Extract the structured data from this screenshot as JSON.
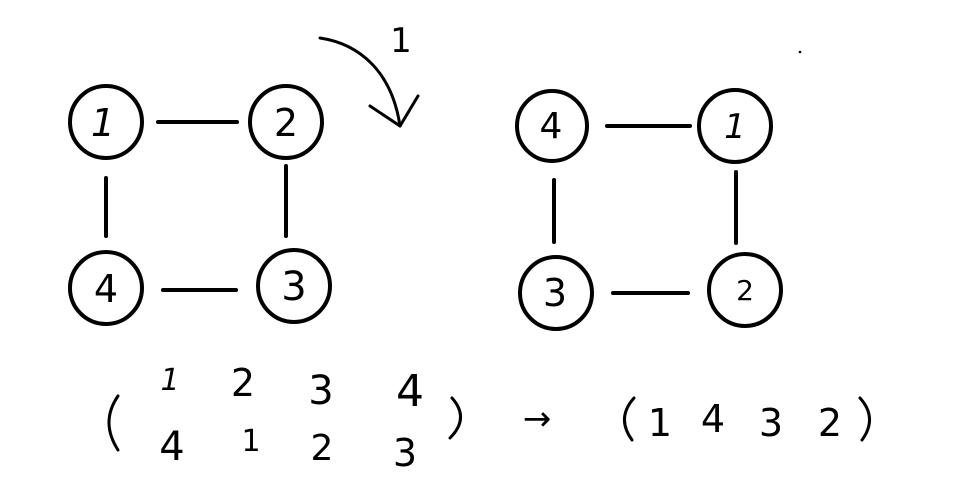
{
  "colors": {
    "ink": "#000000",
    "background": "#ffffff"
  },
  "left_graph": {
    "nodes": [
      {
        "id": "tl",
        "label": "1"
      },
      {
        "id": "tr",
        "label": "2"
      },
      {
        "id": "bl",
        "label": "4"
      },
      {
        "id": "br",
        "label": "3"
      }
    ],
    "edges": [
      [
        "tl",
        "tr"
      ],
      [
        "tr",
        "br"
      ],
      [
        "br",
        "bl"
      ],
      [
        "bl",
        "tl"
      ]
    ]
  },
  "rotation": {
    "label": "1",
    "icon": "curved-arrow-icon"
  },
  "right_graph": {
    "nodes": [
      {
        "id": "tl",
        "label": "4"
      },
      {
        "id": "tr",
        "label": "1"
      },
      {
        "id": "bl",
        "label": "3"
      },
      {
        "id": "br",
        "label": "2"
      }
    ],
    "edges": [
      [
        "tl",
        "tr"
      ],
      [
        "tr",
        "br"
      ],
      [
        "br",
        "bl"
      ],
      [
        "bl",
        "tl"
      ]
    ]
  },
  "permutation": {
    "two_line": {
      "top": [
        "1",
        "2",
        "3",
        "4"
      ],
      "bottom": [
        "4",
        "1",
        "2",
        "3"
      ]
    },
    "arrow": "→",
    "cycle": [
      "1",
      "4",
      "3",
      "2"
    ]
  }
}
